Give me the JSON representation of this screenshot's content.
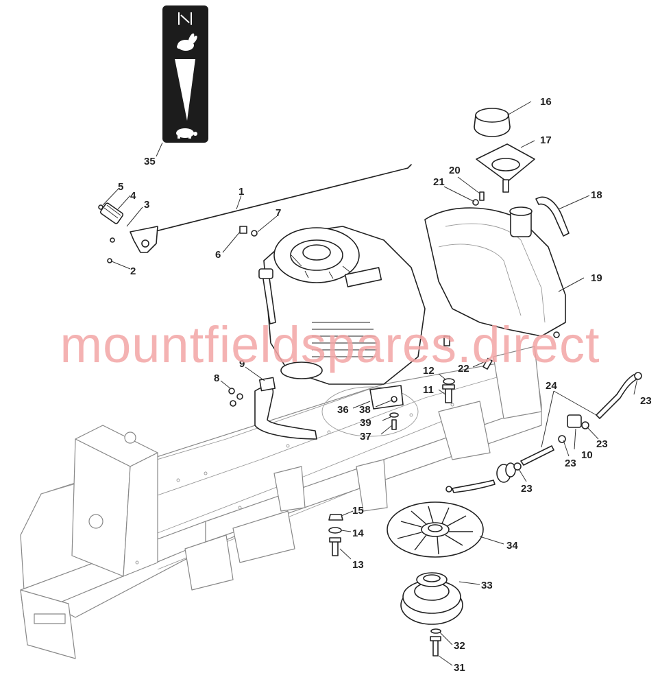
{
  "watermark": "mountfieldspares.direct",
  "decal_label": "35",
  "callouts": [
    {
      "id": "1",
      "text": "1"
    },
    {
      "id": "2",
      "text": "2"
    },
    {
      "id": "3",
      "text": "3"
    },
    {
      "id": "4",
      "text": "4"
    },
    {
      "id": "5",
      "text": "5"
    },
    {
      "id": "6",
      "text": "6"
    },
    {
      "id": "7",
      "text": "7"
    },
    {
      "id": "8",
      "text": "8"
    },
    {
      "id": "9",
      "text": "9"
    },
    {
      "id": "10",
      "text": "10"
    },
    {
      "id": "11",
      "text": "11"
    },
    {
      "id": "12",
      "text": "12"
    },
    {
      "id": "13",
      "text": "13"
    },
    {
      "id": "14",
      "text": "14"
    },
    {
      "id": "15",
      "text": "15"
    },
    {
      "id": "16",
      "text": "16"
    },
    {
      "id": "17",
      "text": "17"
    },
    {
      "id": "18",
      "text": "18"
    },
    {
      "id": "19",
      "text": "19"
    },
    {
      "id": "20",
      "text": "20"
    },
    {
      "id": "21",
      "text": "21"
    },
    {
      "id": "22",
      "text": "22"
    },
    {
      "id": "23a",
      "text": "23"
    },
    {
      "id": "23b",
      "text": "23"
    },
    {
      "id": "23c",
      "text": "23"
    },
    {
      "id": "23d",
      "text": "23"
    },
    {
      "id": "24",
      "text": "24"
    },
    {
      "id": "31",
      "text": "31"
    },
    {
      "id": "32",
      "text": "32"
    },
    {
      "id": "33",
      "text": "33"
    },
    {
      "id": "34",
      "text": "34"
    },
    {
      "id": "36",
      "text": "36"
    },
    {
      "id": "37",
      "text": "37"
    },
    {
      "id": "38",
      "text": "38"
    },
    {
      "id": "39",
      "text": "39"
    }
  ],
  "icons": {
    "decal_top": "choke-icon",
    "decal_fast": "rabbit-icon",
    "decal_slow": "tortoise-icon"
  },
  "colors": {
    "watermark": "#f3a5a5",
    "decal_bg": "#1c1c1c",
    "line": "#222222"
  }
}
